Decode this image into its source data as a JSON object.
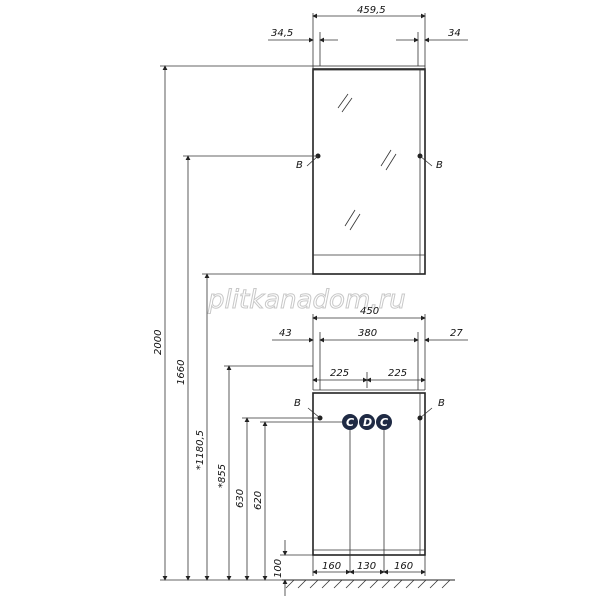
{
  "watermark": "plitkanadom.ru",
  "mirror": {
    "width_label": "459,5",
    "left_offset_label": "34,5",
    "right_offset_label": "34",
    "mount_left_label": "B",
    "mount_right_label": "B"
  },
  "vanity": {
    "width_label": "450",
    "inner_width_label": "380",
    "left_offset_label": "43",
    "right_offset_label": "27",
    "half_left_label": "225",
    "half_right_label": "225",
    "mount_left_label": "B",
    "mount_right_label": "B",
    "bottom_left_label": "160",
    "bottom_mid_label": "130",
    "bottom_right_label": "160",
    "connections": [
      "C",
      "D",
      "C"
    ]
  },
  "heights": {
    "total_label": "2000",
    "mirror_mount_label": "1660",
    "mirror_bottom_label": "*1180,5",
    "vanity_top_label": "*855",
    "vanity_mount_label": "630",
    "connection_label": "620",
    "floor_gap_label": "100"
  },
  "colors": {
    "line": "#222222",
    "circle_fill": "#1f2a44"
  }
}
